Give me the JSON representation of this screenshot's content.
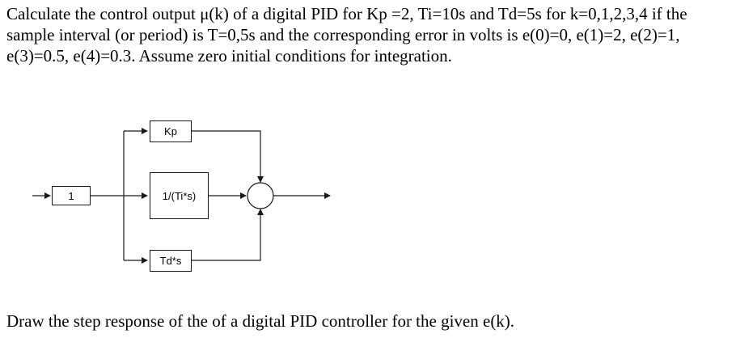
{
  "problem": {
    "line1": "Calculate the control output μ(k) of a digital PID for Kp =2, Ti=10s and Td=5s for k=0,1,2,3,4 if the",
    "line2": "sample interval (or period) is T=0,5s and the corresponding error in volts is e(0)=0, e(1)=2, e(2)=1,",
    "line3": "e(3)=0.5, e(4)=0.3. Assume zero initial conditions for integration."
  },
  "diagram": {
    "input_block": "1",
    "proportional_block": "Kp",
    "integral_block": "1/(Ti*s)",
    "derivative_block": "Td*s"
  },
  "footer": {
    "instruction": "Draw the step response of the of a digital PID controller for the given e(k)."
  }
}
